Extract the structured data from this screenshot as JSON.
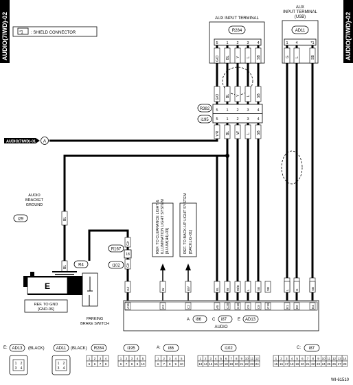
{
  "side_titles": {
    "left": "AUDIO(7IWD)-02",
    "right": "AUDIO(7IWD)-02"
  },
  "legend": {
    "symbol": "*1",
    "text": ": SHIELD CONNECTOR"
  },
  "aux_terminal": {
    "title": "AUX INPUT TERMINAL",
    "connector": "R284",
    "pins": [
      "5",
      "1",
      "2",
      "3",
      "4"
    ]
  },
  "aux_usb": {
    "title_lines": [
      "AUX",
      "INPUT TERMINAL",
      "(USB)"
    ],
    "connector": "AD11",
    "pins": [
      "1",
      "4",
      "*1"
    ]
  },
  "joint": {
    "r_label": "R382",
    "i_label": "i195",
    "pins_top": [
      "5",
      "1",
      "2",
      "3",
      "4"
    ],
    "pins_bottom": [
      "5",
      "1",
      "2",
      "3",
      "4"
    ]
  },
  "wire_colors": {
    "aux_top": [
      "G/O",
      "BL",
      "Y",
      "L",
      "SB"
    ],
    "aux_bottom": [
      "G/O",
      "BL",
      "Y",
      "L",
      "SB"
    ],
    "joint_bottom": [
      "Y/R",
      "BL",
      "W",
      "L",
      "SB"
    ],
    "usb_top": [
      "G",
      "L",
      "SB"
    ],
    "usb_bottom": [
      "G",
      "L",
      "SB"
    ],
    "audio_ground": "BL",
    "ground_wire": "BL",
    "brake_r": "G/r",
    "brake_i": "G/r"
  },
  "offpage": {
    "label": "AUDIO(7IWD)-01",
    "letter": "A"
  },
  "ground": {
    "title_lines": [
      "AUDIO",
      "BRACKET",
      "GROUND"
    ],
    "connector": "i29",
    "letter": "E",
    "ref_lines": [
      "REF. TO GND",
      "[GND-06]"
    ]
  },
  "brake": {
    "connector": "R4",
    "r_label": "R167",
    "i_label": "i102",
    "pin": "18",
    "caption_lines": [
      "PARKING",
      "BRAKE SWITCH"
    ]
  },
  "refs": {
    "clearance": [
      "REF. TO CLEARANCE LIGHT &",
      "ILLUMINATION LIGHT SYSTEM",
      "[ILLUM(H4)-03]"
    ],
    "backup": [
      "REF. TO BACK-UP LIGHT SYSTEM",
      "[BACKLIG-01]"
    ]
  },
  "audio_unit": {
    "name": "AUDIO",
    "connectors": [
      {
        "letter": "A",
        "code": "i86"
      },
      {
        "letter": "C",
        "code": "i87"
      },
      {
        "letter": "E",
        "code": "AD13"
      }
    ],
    "pins": [
      "A15",
      "C3",
      "C2",
      "A5",
      "C20",
      "C10",
      "C9",
      "C8",
      "C19",
      "E1",
      "E2",
      "E4"
    ],
    "wires": [
      "G/r",
      "Br",
      "B/Y",
      "BL",
      "W",
      "W/B",
      "L",
      "SB",
      "SB",
      "L",
      "G",
      "SB"
    ]
  },
  "connector_views": [
    {
      "label": "E:",
      "code": "AD13",
      "color": "(BLACK)",
      "pins": [
        "1",
        "2",
        "3",
        "4"
      ]
    },
    {
      "label": "",
      "code": "AD11",
      "color": "(BLACK)",
      "pins": [
        "1",
        "2",
        "3",
        "4"
      ]
    },
    {
      "label": "",
      "code": "R284",
      "pins": [
        "1",
        "2",
        "3",
        "4",
        "5",
        "6",
        "7",
        "8"
      ]
    },
    {
      "label": "",
      "code": "i195",
      "pins": [
        "1",
        "2",
        "3",
        "4",
        "5",
        "6",
        "7",
        "8",
        "9",
        "10"
      ]
    },
    {
      "label": "A:",
      "code": "i86",
      "pins": [
        "1",
        "2",
        "3",
        "4",
        "5",
        "6",
        "7",
        "8",
        "9",
        "10"
      ]
    },
    {
      "label": "",
      "code": "i102",
      "pins": [
        "1",
        "2",
        "3",
        "4",
        "5",
        "6",
        "7",
        "8",
        "9",
        "10",
        "11",
        "12",
        "13",
        "14",
        "15",
        "16",
        "17",
        "18",
        "19",
        "20",
        "21",
        "22",
        "23",
        "24"
      ]
    },
    {
      "label": "C:",
      "code": "i87",
      "pins": [
        "1",
        "2",
        "3",
        "4",
        "5",
        "6",
        "7",
        "8",
        "9",
        "10",
        "11",
        "12",
        "13",
        "14",
        "15",
        "16",
        "17",
        "18",
        "19",
        "20",
        "21",
        "22",
        "23",
        "24",
        "25",
        "26",
        "27",
        "28"
      ]
    }
  ],
  "figure_id": "WI-61510"
}
